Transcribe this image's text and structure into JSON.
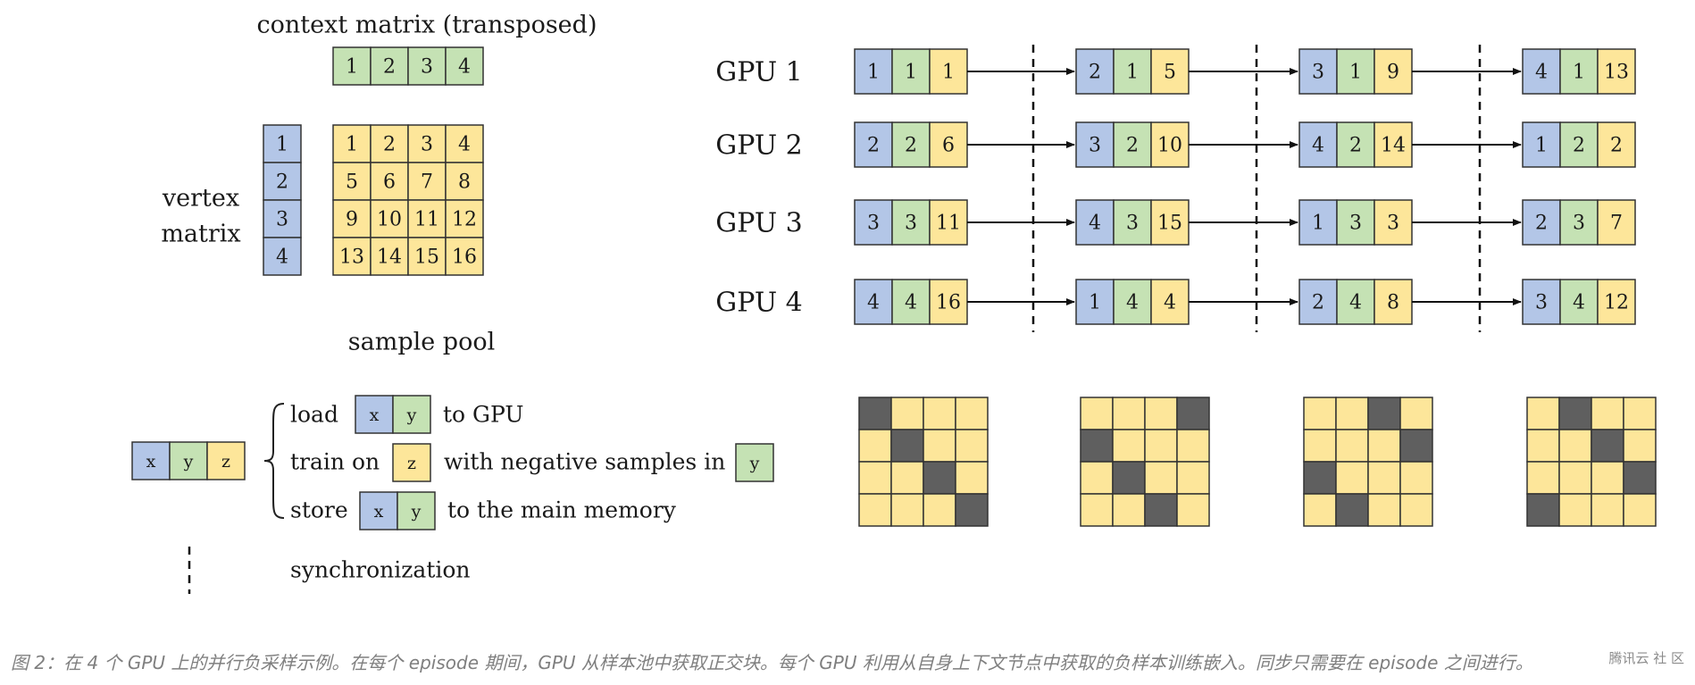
{
  "colors": {
    "vertex": "#b3c6e7",
    "context": "#c5e2b4",
    "sample": "#fde69a",
    "dark": "#5f5f5f",
    "stroke": "#333333"
  },
  "left": {
    "context_title": "context matrix (transposed)",
    "context_labels": [
      "1",
      "2",
      "3",
      "4"
    ],
    "vertex_title_line1": "vertex",
    "vertex_title_line2": "matrix",
    "vertex_labels": [
      "1",
      "2",
      "3",
      "4"
    ],
    "pool_grid": [
      [
        "1",
        "2",
        "3",
        "4"
      ],
      [
        "5",
        "6",
        "7",
        "8"
      ],
      [
        "9",
        "10",
        "11",
        "12"
      ],
      [
        "13",
        "14",
        "15",
        "16"
      ]
    ],
    "pool_label": "sample pool"
  },
  "legend": {
    "triple": [
      "x",
      "y",
      "z"
    ],
    "load_pre": "load",
    "load_post": "to GPU",
    "train_pre": "train on",
    "train_mid": "with negative samples in",
    "store_pre": "store",
    "store_post": "to the main memory",
    "sync": "synchronization"
  },
  "gpus": [
    {
      "label": "GPU 1",
      "steps": [
        [
          "1",
          "1",
          "1"
        ],
        [
          "2",
          "1",
          "5"
        ],
        [
          "3",
          "1",
          "9"
        ],
        [
          "4",
          "1",
          "13"
        ]
      ]
    },
    {
      "label": "GPU 2",
      "steps": [
        [
          "2",
          "2",
          "6"
        ],
        [
          "3",
          "2",
          "10"
        ],
        [
          "4",
          "2",
          "14"
        ],
        [
          "1",
          "2",
          "2"
        ]
      ]
    },
    {
      "label": "GPU 3",
      "steps": [
        [
          "3",
          "3",
          "11"
        ],
        [
          "4",
          "3",
          "15"
        ],
        [
          "1",
          "3",
          "3"
        ],
        [
          "2",
          "3",
          "7"
        ]
      ]
    },
    {
      "label": "GPU 4",
      "steps": [
        [
          "4",
          "4",
          "16"
        ],
        [
          "1",
          "4",
          "4"
        ],
        [
          "2",
          "4",
          "8"
        ],
        [
          "3",
          "4",
          "12"
        ]
      ]
    }
  ],
  "episode_patterns": [
    [
      [
        1,
        0,
        0,
        0
      ],
      [
        0,
        1,
        0,
        0
      ],
      [
        0,
        0,
        1,
        0
      ],
      [
        0,
        0,
        0,
        1
      ]
    ],
    [
      [
        0,
        0,
        0,
        1
      ],
      [
        1,
        0,
        0,
        0
      ],
      [
        0,
        1,
        0,
        0
      ],
      [
        0,
        0,
        1,
        0
      ]
    ],
    [
      [
        0,
        0,
        1,
        0
      ],
      [
        0,
        0,
        0,
        1
      ],
      [
        1,
        0,
        0,
        0
      ],
      [
        0,
        1,
        0,
        0
      ]
    ],
    [
      [
        0,
        1,
        0,
        0
      ],
      [
        0,
        0,
        1,
        0
      ],
      [
        0,
        0,
        0,
        1
      ],
      [
        1,
        0,
        0,
        0
      ]
    ]
  ],
  "caption": "图 2：在 4 个 GPU 上的并行负采样示例。在每个 episode 期间，GPU 从样本池中获取正交块。每个 GPU 利用从自身上下文节点中获取的负样本训练嵌入。同步只需要在 episode 之间进行。",
  "watermark": "腾讯云 社 区"
}
